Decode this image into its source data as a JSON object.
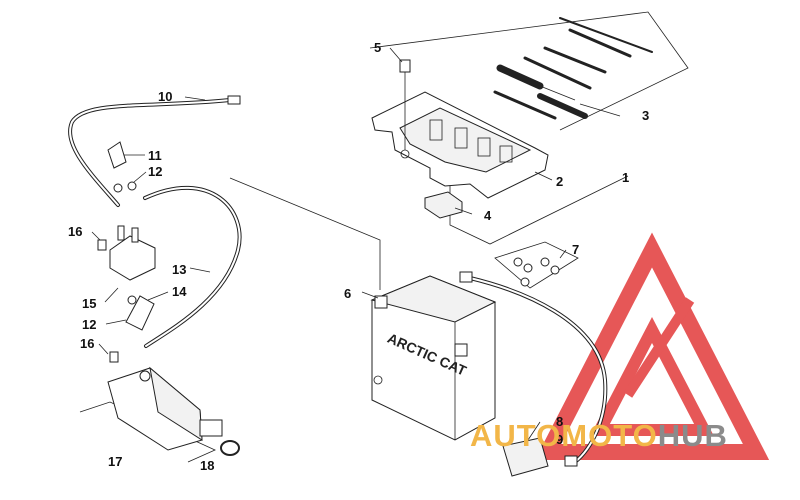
{
  "diagram": {
    "callouts": {
      "c1": "1",
      "c2": "2",
      "c3": "3",
      "c4": "4",
      "c5": "5",
      "c6": "6",
      "c7": "7",
      "c8": "8",
      "c9": "9",
      "c10": "10",
      "c11": "11",
      "c12a": "12",
      "c12b": "12",
      "c13": "13",
      "c14": "14",
      "c15": "15",
      "c16a": "16",
      "c16b": "16",
      "c17": "17",
      "c18": "18"
    },
    "battery_label": "ARCTIC CAT"
  },
  "watermark": {
    "part1": "AUTOMOTO",
    "part2": "HUB",
    "colors": {
      "triangle": "#e23a3a",
      "text_orange": "#f2b648",
      "text_gray": "#8b8b8b"
    }
  }
}
